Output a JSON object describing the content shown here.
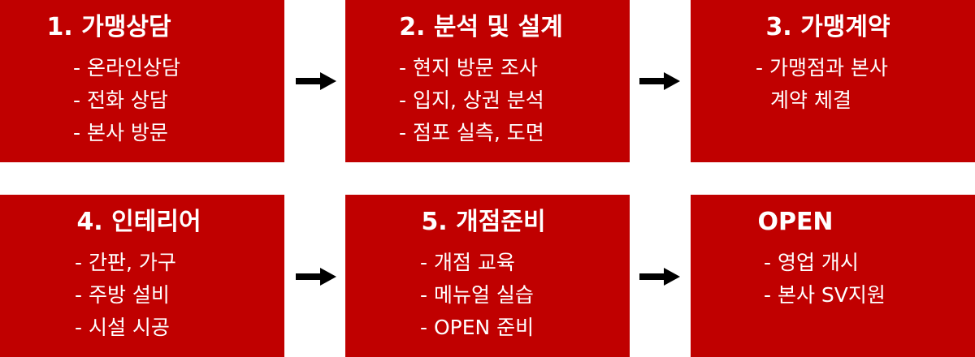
{
  "colors": {
    "box_fill": "#c00000",
    "text": "#ffffff",
    "arrow": "#000000"
  },
  "steps": [
    {
      "title": "1. 가맹상담",
      "items": [
        "- 온라인상담",
        "- 전화 상담",
        "- 본사 방문"
      ]
    },
    {
      "title": "2. 분석 및 설계",
      "items": [
        "- 현지 방문 조사",
        "- 입지, 상권 분석",
        "- 점포 실측, 도면"
      ]
    },
    {
      "title": "3. 가맹계약",
      "items": [
        "- 가맹점과 본사",
        "계약 체결"
      ]
    },
    {
      "title": "4. 인테리어",
      "items": [
        "- 간판, 가구",
        "- 주방 설비",
        "- 시설 시공"
      ]
    },
    {
      "title": "5. 개점준비",
      "items": [
        "- 개점 교육",
        "- 메뉴얼 실습",
        "- OPEN 준비"
      ]
    },
    {
      "title": "OPEN",
      "items": [
        "- 영업 개시",
        "- 본사 SV지원"
      ]
    }
  ],
  "arrows": [
    {
      "name": "arrow-1-to-2",
      "icon": "right-arrow-icon"
    },
    {
      "name": "arrow-2-to-3",
      "icon": "right-arrow-icon"
    },
    {
      "name": "arrow-4-to-5",
      "icon": "right-arrow-icon"
    },
    {
      "name": "arrow-5-to-open",
      "icon": "right-arrow-icon"
    }
  ]
}
